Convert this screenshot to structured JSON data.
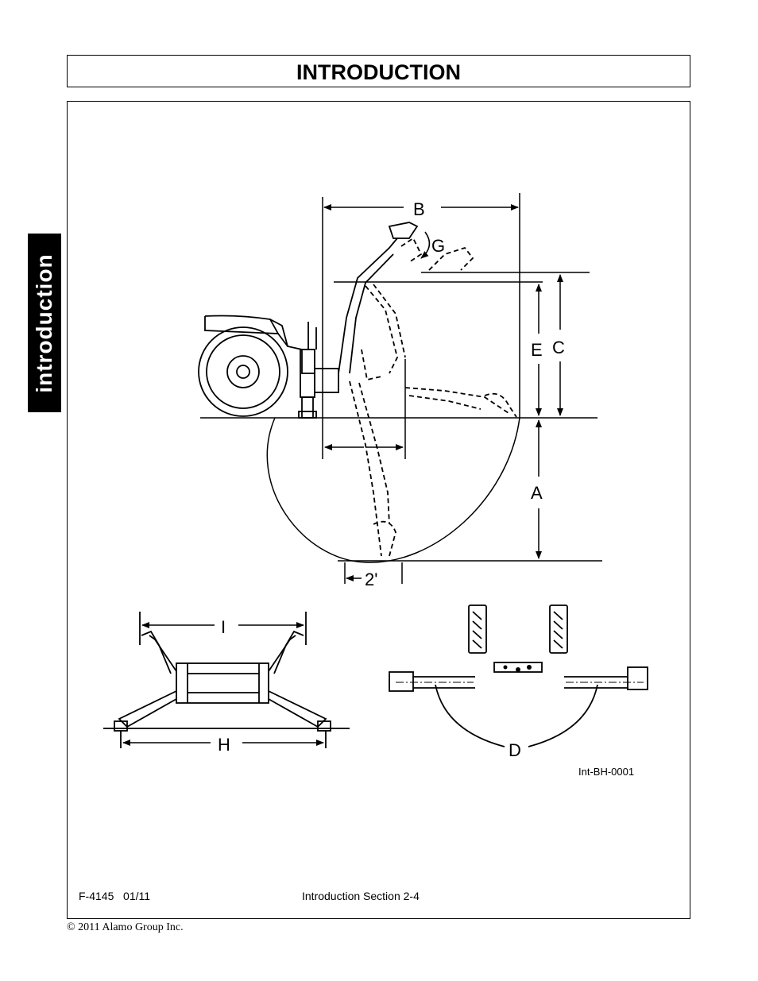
{
  "header": {
    "title": "INTRODUCTION"
  },
  "side_tab": {
    "label": "introduction"
  },
  "figure": {
    "labels": {
      "B": "B",
      "G": "G",
      "E": "E",
      "C": "C",
      "A": "A",
      "two_ft": "2'",
      "I": "I",
      "H": "H",
      "D": "D"
    },
    "figure_id": "Int-BH-0001"
  },
  "footer": {
    "doc_number": "F-4145   01/11",
    "section": "Introduction Section 2-4",
    "copyright": "© 2011 Alamo Group Inc."
  }
}
